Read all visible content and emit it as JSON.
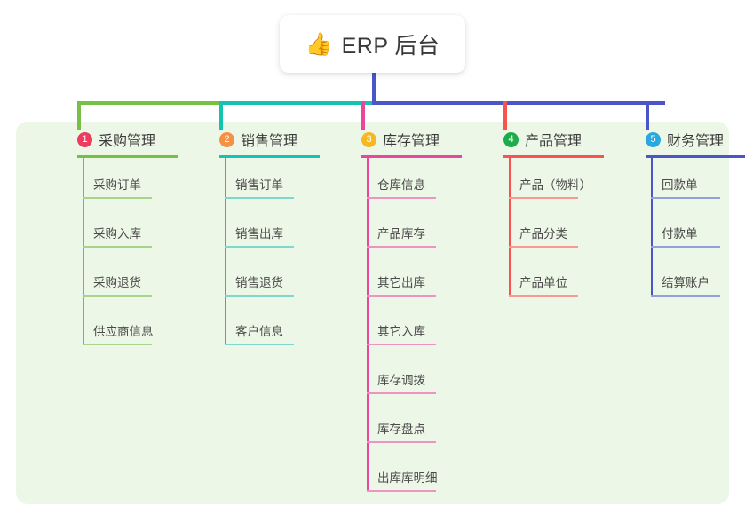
{
  "root": {
    "icon": "thumbs-up-emoji",
    "emoji": "👍",
    "title": "ERP 后台"
  },
  "panel": {
    "background_color": "#edf7e7"
  },
  "trunk_color": "#4a56c8",
  "connector_bar": [
    {
      "color": "#76c043",
      "from": 87,
      "to": 250
    },
    {
      "color": "#14c3b2",
      "from": 250,
      "to": 421
    },
    {
      "color": "#4a56c8",
      "from": 421,
      "to": 749
    }
  ],
  "columns": [
    {
      "number": "1",
      "title": "采购管理",
      "badge_color": "#ec3d5e",
      "line_color": "#76c043",
      "item_line_color": "#a8d48a",
      "drop_color": "#76c043",
      "items": [
        {
          "label": "采购订单"
        },
        {
          "label": "采购入库"
        },
        {
          "label": "采购退货"
        },
        {
          "label": "供应商信息"
        }
      ]
    },
    {
      "number": "2",
      "title": "销售管理",
      "badge_color": "#f59142",
      "line_color": "#14c3b2",
      "item_line_color": "#7ed8ce",
      "drop_color": "#14c3b2",
      "items": [
        {
          "label": "销售订单"
        },
        {
          "label": "销售出库"
        },
        {
          "label": "销售退货"
        },
        {
          "label": "客户信息"
        }
      ]
    },
    {
      "number": "3",
      "title": "库存管理",
      "badge_color": "#f5b820",
      "line_color": "#e8479b",
      "item_line_color": "#ef93c2",
      "drop_color": "#e8479b",
      "items": [
        {
          "label": "仓库信息"
        },
        {
          "label": "产品库存"
        },
        {
          "label": "其它出库"
        },
        {
          "label": "其它入库"
        },
        {
          "label": "库存调拨"
        },
        {
          "label": "库存盘点"
        },
        {
          "label": "出库库明细"
        }
      ]
    },
    {
      "number": "4",
      "title": "产品管理",
      "badge_color": "#1eac4b",
      "line_color": "#f8544f",
      "item_line_color": "#f79a92",
      "drop_color": "#f8544f",
      "items": [
        {
          "label": "产品（物料）"
        },
        {
          "label": "产品分类"
        },
        {
          "label": "产品单位"
        }
      ]
    },
    {
      "number": "5",
      "title": "财务管理",
      "badge_color": "#29a8e0",
      "line_color": "#4a56c8",
      "item_line_color": "#93a0dd",
      "drop_color": "#4a56c8",
      "items": [
        {
          "label": "回款单"
        },
        {
          "label": "付款单"
        },
        {
          "label": "结算账户"
        }
      ]
    }
  ]
}
